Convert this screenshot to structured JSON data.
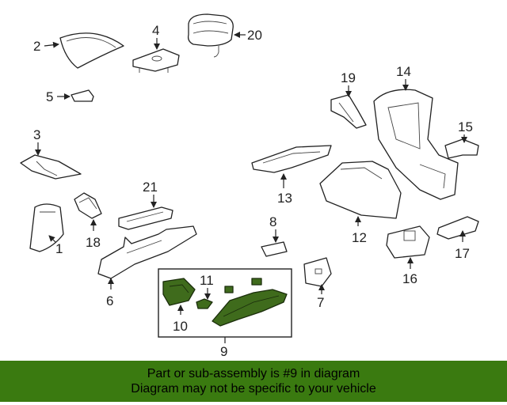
{
  "callouts": {
    "c1": "1",
    "c2": "2",
    "c3": "3",
    "c4": "4",
    "c5": "5",
    "c6": "6",
    "c7": "7",
    "c8": "8",
    "c9": "9",
    "c10": "10",
    "c11": "11",
    "c12": "12",
    "c13": "13",
    "c14": "14",
    "c15": "15",
    "c16": "16",
    "c17": "17",
    "c18": "18",
    "c19": "19",
    "c20": "20",
    "c21": "21"
  },
  "highlighted_part": "9",
  "colors": {
    "highlight": "#3f6b1c",
    "banner": "#3a7a10"
  },
  "banner": {
    "line1": "Part or sub-assembly is #9 in diagram",
    "line2": "Diagram may not be specific to your vehicle"
  }
}
